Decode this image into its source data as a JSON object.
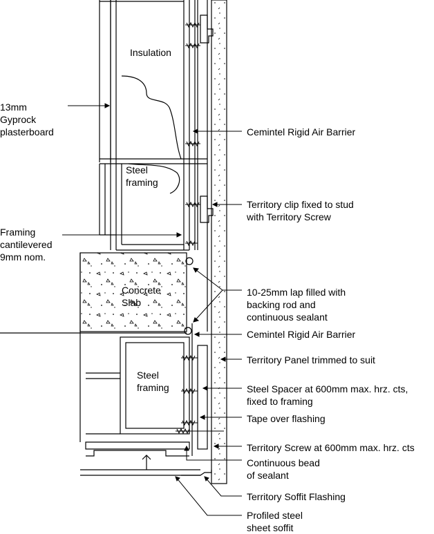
{
  "in_drawing_text": {
    "insulation": "Insulation",
    "steel_framing_top": "Steel\nframing",
    "concrete_slab": "Concrete\nSlab",
    "steel_framing_bottom": "Steel\nframing"
  },
  "callouts": {
    "gyprock": "13mm\nGyprock\nplasterboard",
    "framing_cantilevered": "Framing\ncantilevered\n9mm nom.",
    "air_barrier_top": "Cemintel Rigid Air Barrier",
    "territory_clip": "Territory clip fixed to stud\nwith Territory Screw",
    "lap_filled": "10-25mm lap filled with\nbacking rod and\ncontinuous sealant",
    "air_barrier_bottom": "Cemintel Rigid Air Barrier",
    "panel_trimmed": "Territory Panel trimmed to suit",
    "steel_spacer": "Steel Spacer at 600mm max. hrz. cts,\nfixed to framing",
    "tape_flashing": "Tape over flashing",
    "territory_screw": "Territory Screw at 600mm max. hrz. cts",
    "continuous_bead": "Continuous bead\nof sealant",
    "soffit_flashing": "Territory Soffit Flashing",
    "profiled_soffit": "Profiled steel\nsheet soffit"
  },
  "colors": {
    "line": "#000000",
    "background": "#ffffff"
  }
}
